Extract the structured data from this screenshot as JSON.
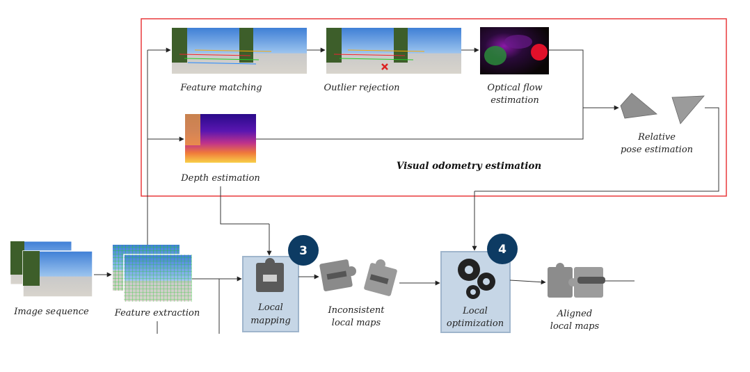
{
  "vo_box": {
    "title": "Visual odometry estimation",
    "frame_color": "#e8393b"
  },
  "labels": {
    "feature_matching": "Feature matching",
    "outlier_rejection": "Outlier rejection",
    "optical_flow_line1": "Optical flow",
    "optical_flow_line2": "estimation",
    "relative_pose_line1": "Relative",
    "relative_pose_line2": "pose estimation",
    "depth_estimation": "Depth estimation",
    "image_sequence": "Image sequence",
    "feature_extraction": "Feature extraction",
    "local_mapping_line1": "Local",
    "local_mapping_line2": "mapping",
    "inconsistent_line1": "Inconsistent",
    "inconsistent_line2": "local maps",
    "local_optimization_line1": "Local",
    "local_optimization_line2": "optimization",
    "aligned_line1": "Aligned",
    "aligned_line2": "local maps"
  },
  "badges": {
    "step3": "3",
    "step4": "4",
    "badge_color": "#0d3b63"
  },
  "colors": {
    "step_box_fill": "#c6d6e6",
    "step_box_border": "#9fb5cc"
  }
}
